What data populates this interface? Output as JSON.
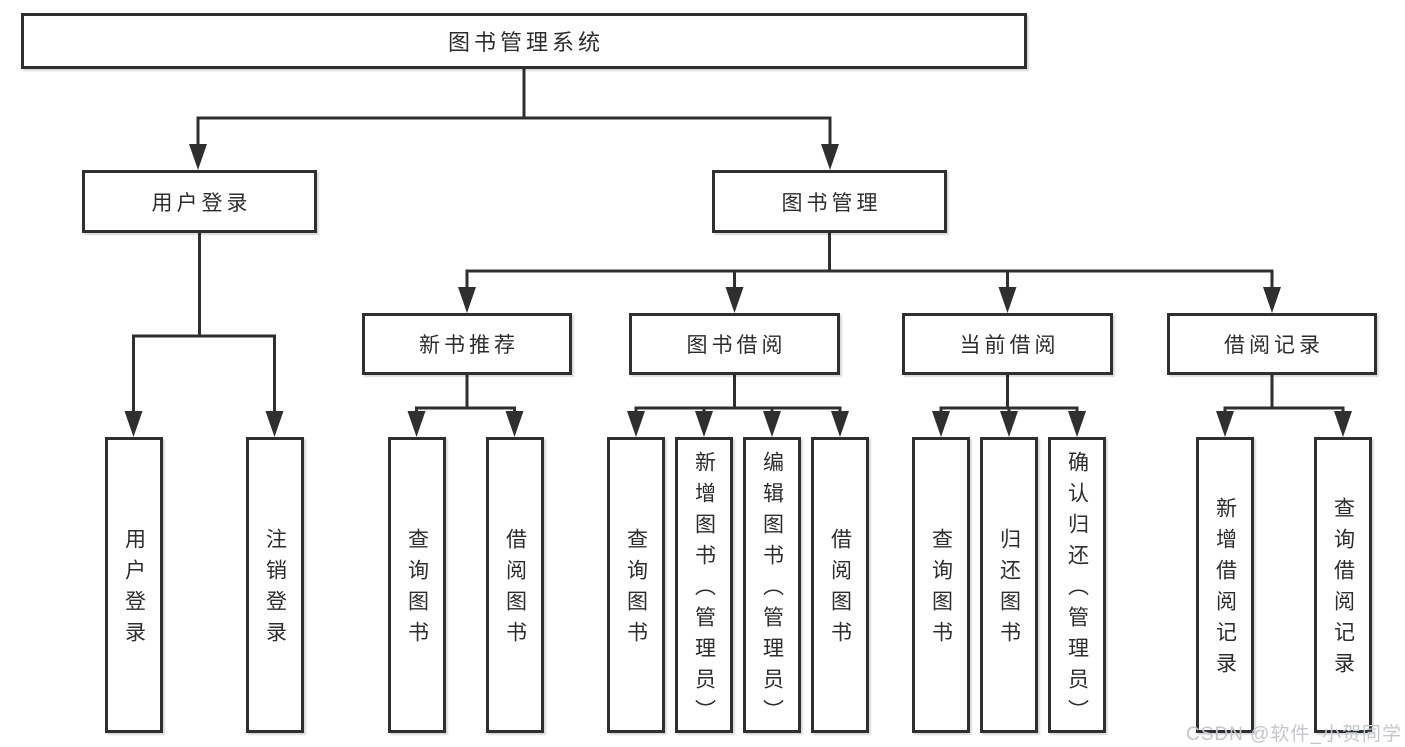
{
  "root": {
    "label": "图书管理系统"
  },
  "branches": {
    "user_login": {
      "label": "用户登录",
      "leaves": [
        "用户登录",
        "注销登录"
      ]
    },
    "book_mgmt": {
      "label": "图书管理",
      "sections": {
        "new_books": {
          "label": "新书推荐",
          "leaves": [
            "查询图书",
            "借阅图书"
          ]
        },
        "book_borrow": {
          "label": "图书借阅",
          "leaves": [
            "查询图书",
            "新增图书（管理员）",
            "编辑图书（管理员）",
            "借阅图书"
          ]
        },
        "current_borrow": {
          "label": "当前借阅",
          "leaves": [
            "查询图书",
            "归还图书",
            "确认归还（管理员）"
          ]
        },
        "borrow_records": {
          "label": "借阅记录",
          "leaves": [
            "新增借阅记录",
            "查询借阅记录"
          ]
        }
      }
    }
  },
  "watermark": {
    "text": "CSDN @软件_小贺同学",
    "color": "#c3c7cd"
  },
  "colors": {
    "line": "#2f2f2f",
    "box_border": "#2f2f2f",
    "text": "#2d2d2d",
    "background": "#ffffff"
  }
}
